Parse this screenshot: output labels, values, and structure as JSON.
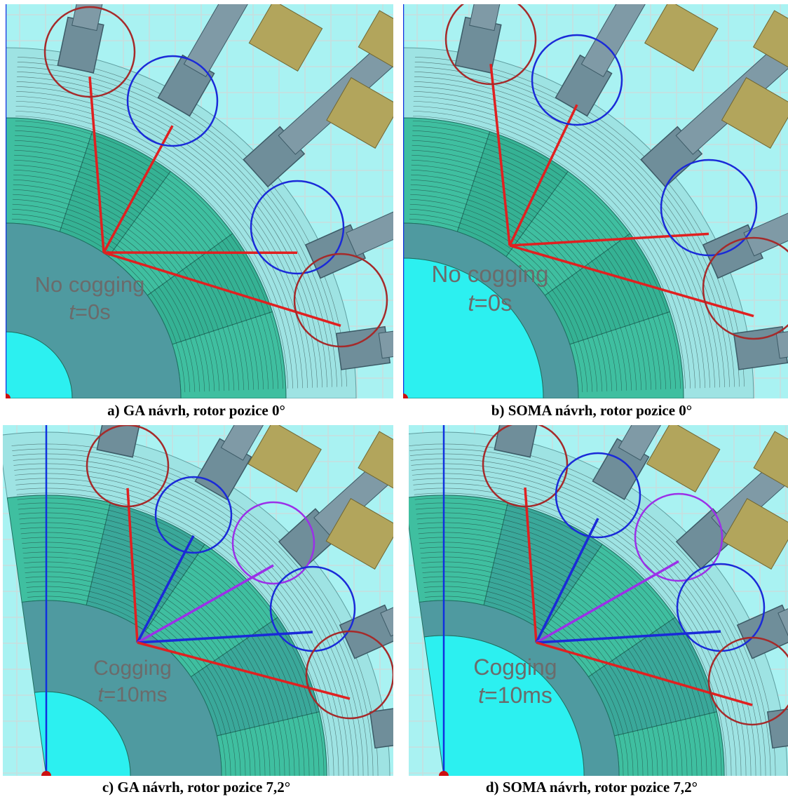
{
  "panels": [
    {
      "id": "a",
      "caption": "a) GA návrh, rotor pozice 0°",
      "label_line1": "No cogging",
      "label_line2_var": "t",
      "label_line2_val": "=0s",
      "variant": "GA",
      "cogging": false
    },
    {
      "id": "b",
      "caption": "b) SOMA návrh, rotor pozice 0°",
      "label_line1": "No cogging",
      "label_line2_var": "t",
      "label_line2_val": "=0s",
      "variant": "SOMA",
      "cogging": false
    },
    {
      "id": "c",
      "caption": "c) GA návrh, rotor pozice 7,2°",
      "label_line1": "Cogging",
      "label_line2_var": "t",
      "label_line2_val": "=10ms",
      "variant": "GA",
      "cogging": true
    },
    {
      "id": "d",
      "caption": "d) SOMA návrh, rotor pozice 7,2°",
      "label_line1": "Cogging",
      "label_line2_var": "t",
      "label_line2_val": "=10ms",
      "variant": "SOMA",
      "cogging": true
    }
  ],
  "colors": {
    "background": "#a9f2f2",
    "grid": "#c8dede",
    "rotor_core": "#3fbfa0",
    "rotor_inner": "#2cf0f0",
    "magnet": "#5aa898",
    "stator_tooth": "#6f8e9a",
    "coil": "#b2a55c",
    "red_marker": "#e02020",
    "dark_red_circle": "#a52a2a",
    "blue_circle": "#1a2ad8",
    "purple_circle": "#9b30e8",
    "field_line": "#1a2a2a"
  }
}
